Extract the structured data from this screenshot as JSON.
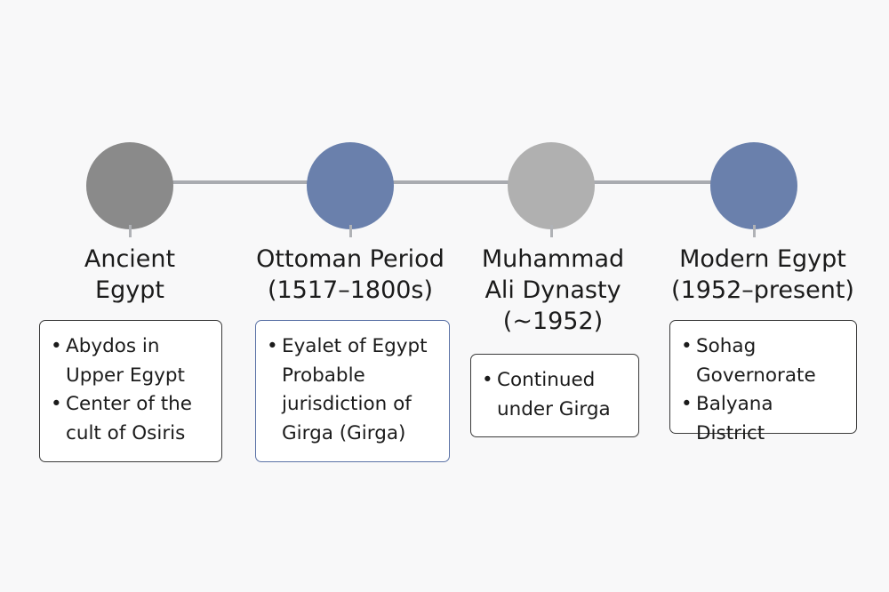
{
  "colors": {
    "gray_dark": "#8a8a8a",
    "blue": "#6a80ac",
    "gray_light": "#b0b0b0",
    "line": "#a9abb0",
    "card_border": "#3a3a3a",
    "card_border_accent": "#5b72a6"
  },
  "periods": [
    {
      "title": "Ancient Egypt",
      "bullets": [
        "Abydos in Upper Egypt",
        "Center of the cult of Osiris"
      ]
    },
    {
      "title": "Ottoman Period (1517–1800s)",
      "bullets": [
        "Eyalet of Egypt Probable jurisdiction of Girga (Girga)"
      ]
    },
    {
      "title": "Muhammad Ali Dynasty (~1952)",
      "bullets": [
        "Continued under Girga"
      ]
    },
    {
      "title": "Modern Egypt (1952–present)",
      "bullets": [
        "Sohag Governorate",
        "Balyana District"
      ]
    }
  ]
}
